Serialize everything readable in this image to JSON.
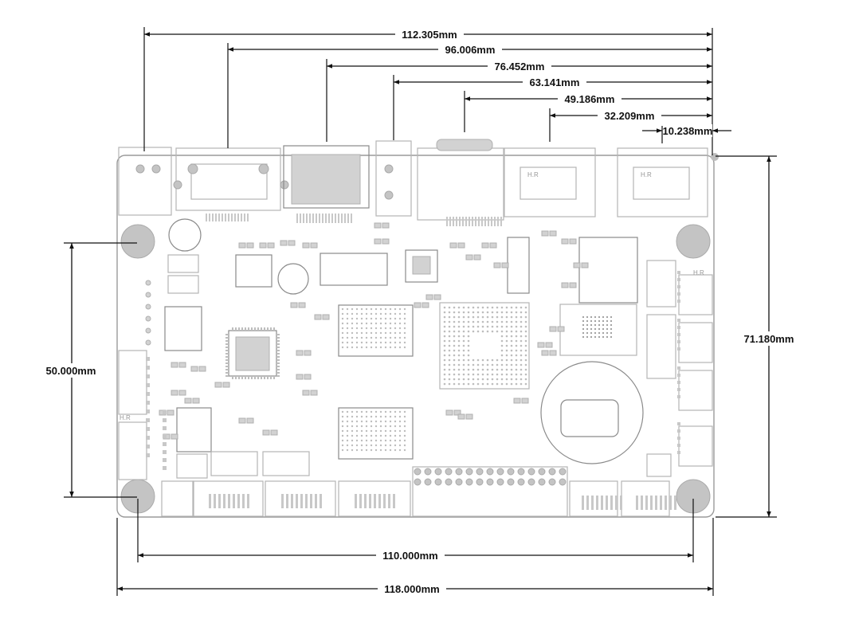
{
  "dimensions": {
    "top": [
      "112.305mm",
      "96.006mm",
      "76.452mm",
      "63.141mm",
      "49.186mm",
      "32.209mm",
      "10.238mm"
    ],
    "left_height": "50.000mm",
    "right_height": "71.180mm",
    "bottom_hole_span": "110.000mm",
    "bottom_board_width": "118.000mm"
  },
  "connector_labels": {
    "hr": "H.R"
  }
}
